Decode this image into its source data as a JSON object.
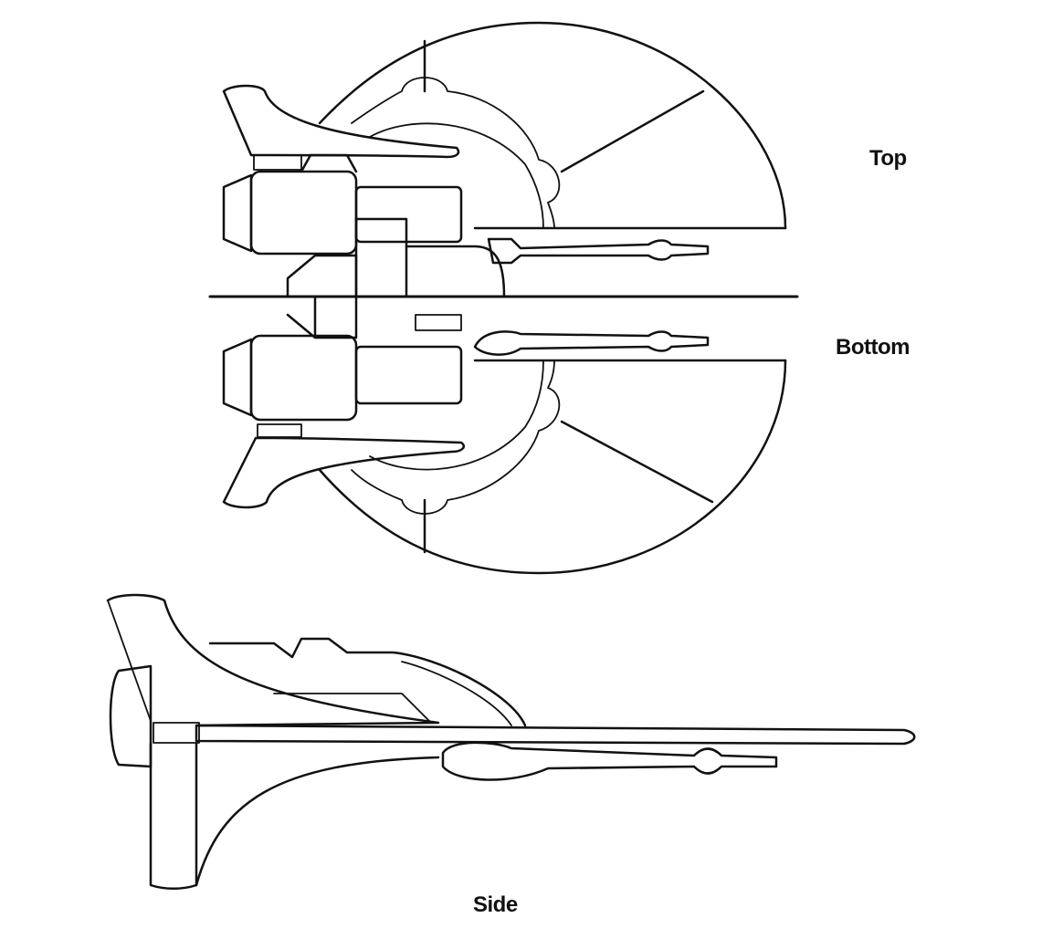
{
  "labels": {
    "top": "Top",
    "bottom": "Bottom",
    "side": "Side"
  }
}
